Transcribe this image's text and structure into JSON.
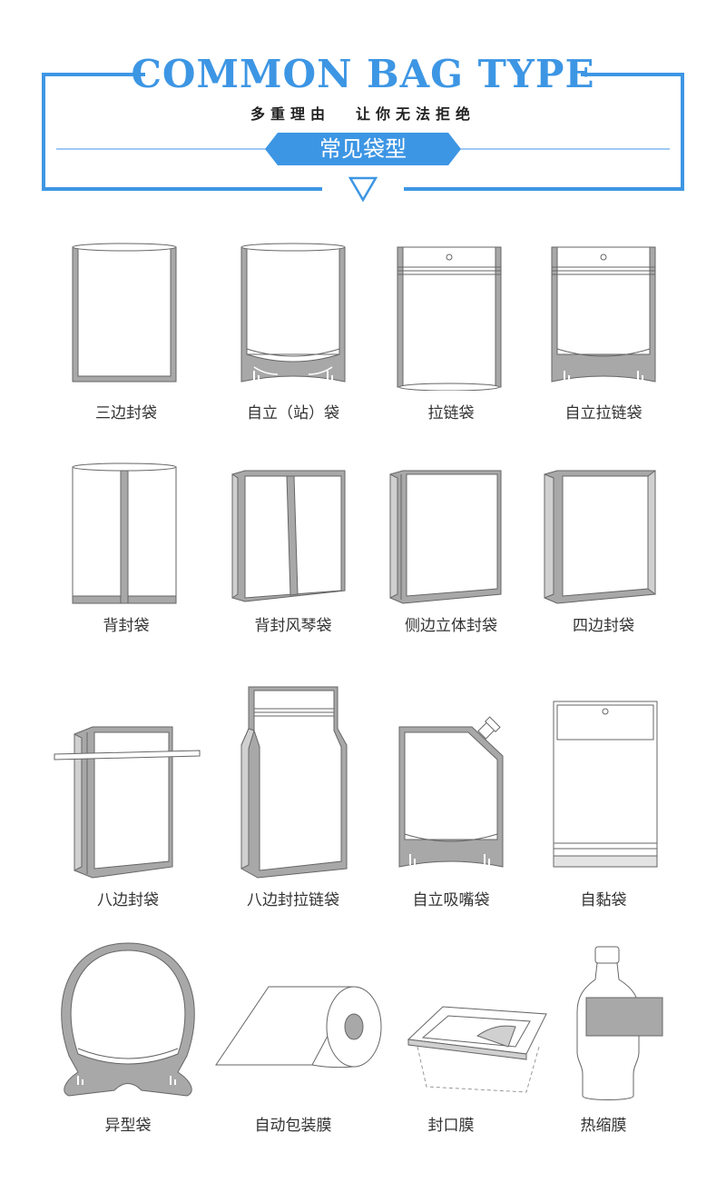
{
  "header": {
    "title": "COMMON BAG TYPE",
    "subtitle_left": "多重理由",
    "subtitle_right": "让你无法拒绝",
    "ribbon": "常见袋型"
  },
  "colors": {
    "accent": "#3d96e4",
    "gray_seal": "#a8a8a8",
    "outline": "#666666"
  },
  "items": [
    {
      "label": "三边封袋",
      "icon": "three-side-seal-bag-icon"
    },
    {
      "label": "自立（站）袋",
      "icon": "stand-up-pouch-icon"
    },
    {
      "label": "拉链袋",
      "icon": "zipper-bag-icon"
    },
    {
      "label": "自立拉链袋",
      "icon": "stand-up-zipper-bag-icon"
    },
    {
      "label": "背封袋",
      "icon": "back-seal-bag-icon"
    },
    {
      "label": "背封风琴袋",
      "icon": "back-seal-gusset-bag-icon"
    },
    {
      "label": "侧边立体封袋",
      "icon": "side-gusset-bag-icon"
    },
    {
      "label": "四边封袋",
      "icon": "four-side-seal-bag-icon"
    },
    {
      "label": "八边封袋",
      "icon": "eight-side-seal-bag-icon"
    },
    {
      "label": "八边封拉链袋",
      "icon": "eight-side-zipper-bag-icon"
    },
    {
      "label": "自立吸嘴袋",
      "icon": "spout-pouch-icon"
    },
    {
      "label": "自黏袋",
      "icon": "self-adhesive-bag-icon"
    },
    {
      "label": "异型袋",
      "icon": "shaped-bag-icon"
    },
    {
      "label": "自动包装膜",
      "icon": "packaging-film-roll-icon"
    },
    {
      "label": "封口膜",
      "icon": "sealing-film-icon"
    },
    {
      "label": "热缩膜",
      "icon": "shrink-film-bottle-icon"
    }
  ]
}
